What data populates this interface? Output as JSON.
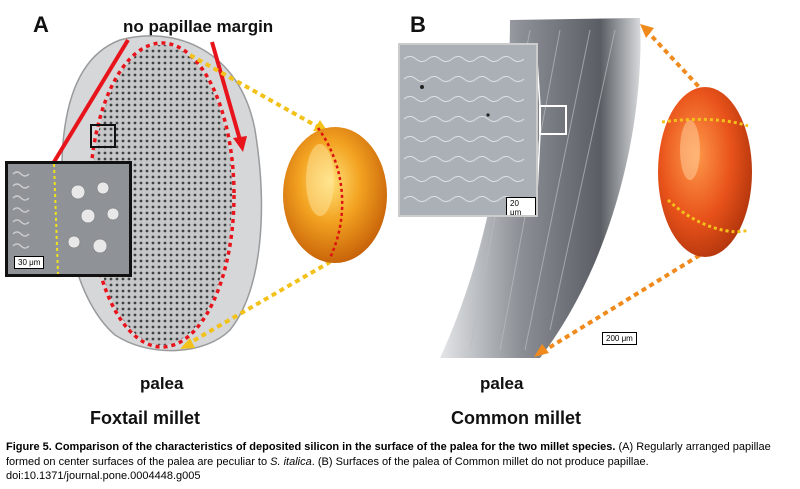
{
  "panels": {
    "a": {
      "letter": "A",
      "annotation": "no papillae margin",
      "scale_bar": "30 μm",
      "structure_label": "palea",
      "species_label": "Foxtail millet"
    },
    "b": {
      "letter": "B",
      "inset_scale_bar": "20 μm",
      "main_scale_bar": "200 μm",
      "structure_label": "palea",
      "species_label": "Common millet"
    }
  },
  "caption": {
    "heading": "Figure 5. Comparison of the characteristics of deposited silicon in the surface of the palea for the two millet species.",
    "text_a_prefix": " (A) Regularly arranged papillae formed on center surfaces of the palea are peculiar to ",
    "species_italic": "S. italica",
    "text_b": ". (B) Surfaces of the palea of Common millet do not produce papillae.",
    "doi": "doi:10.1371/journal.pone.0004448.g005"
  },
  "colors": {
    "red_annotation": "#e8141c",
    "yellow_guides": "#f2c21a",
    "orange_guides": "#f08a1c"
  }
}
